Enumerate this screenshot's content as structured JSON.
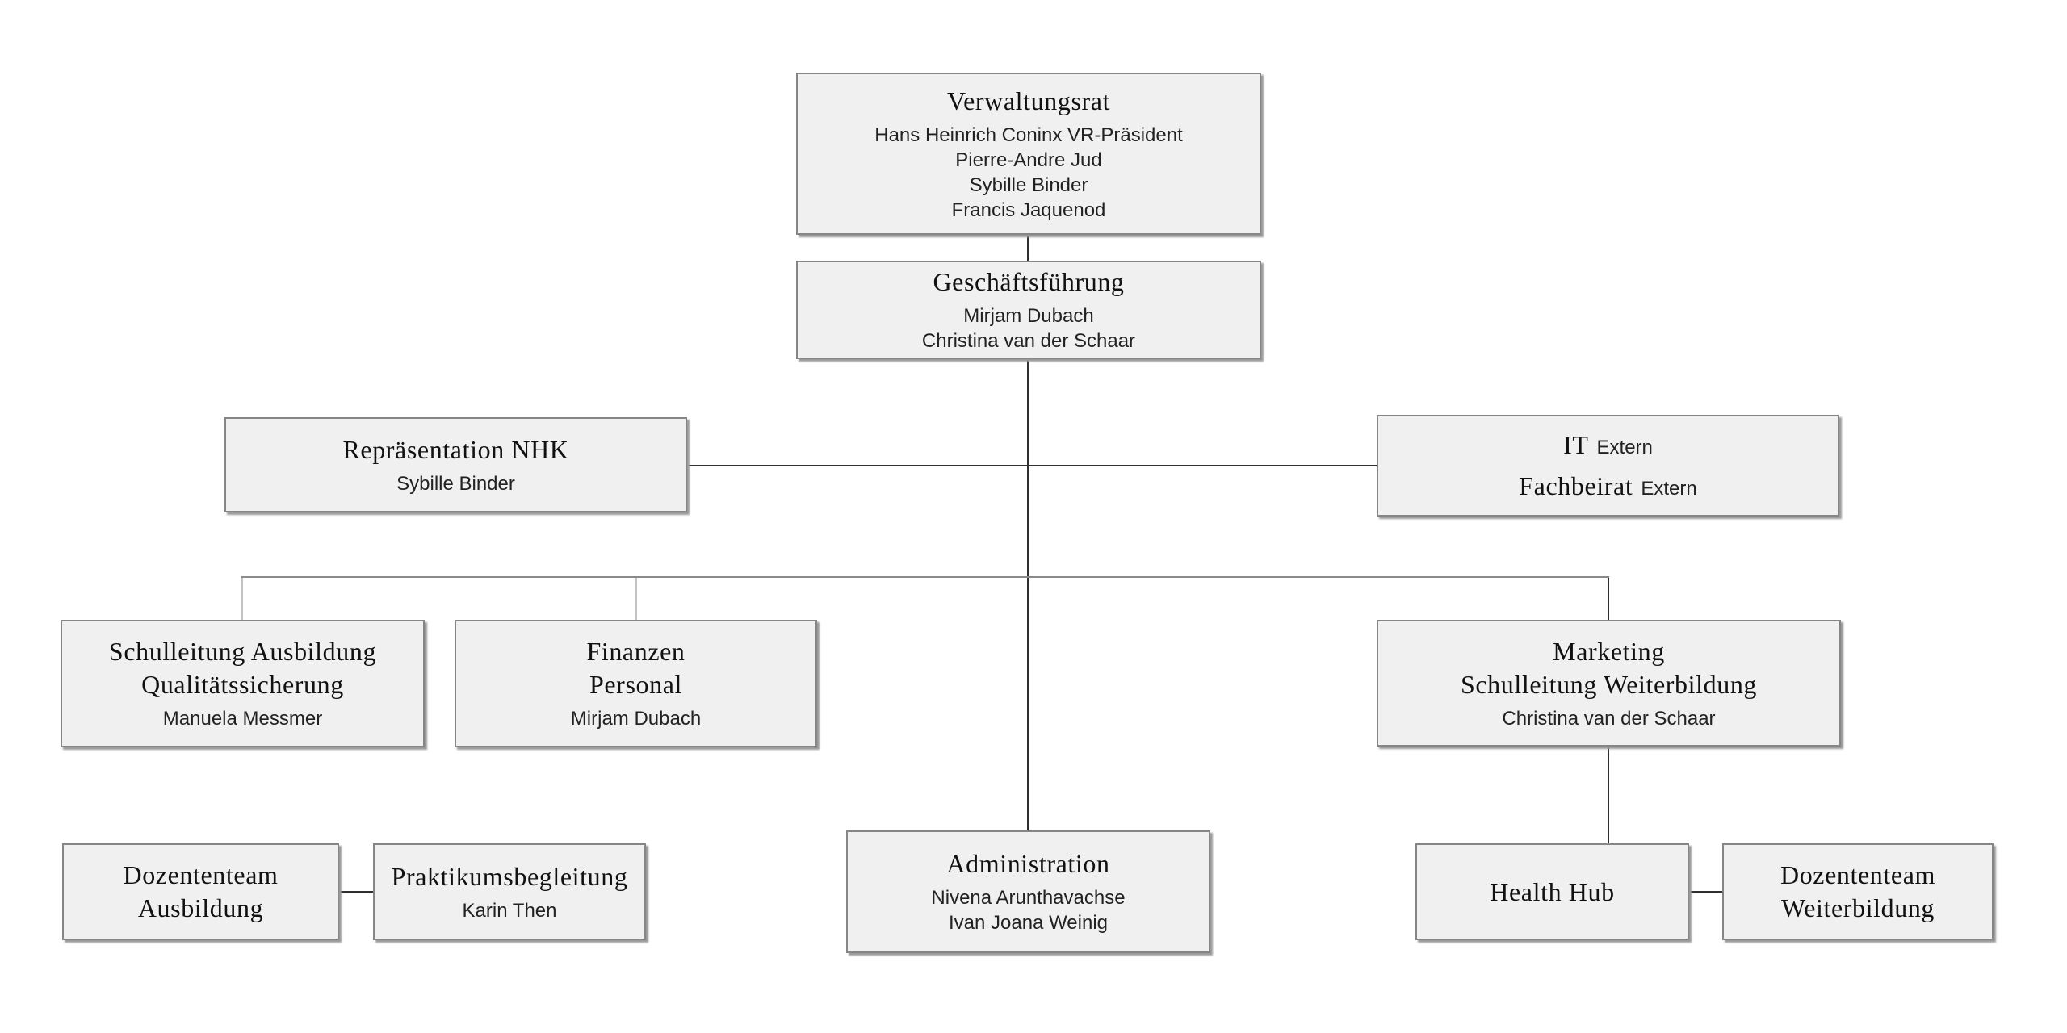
{
  "diagram": {
    "type": "org-chart",
    "colors": {
      "background": "#ffffff",
      "node_fill": "#f0f0f0",
      "node_border": "#868686",
      "node_shadow": "#9a9a9a",
      "connector_dark": "#2f2f2f",
      "connector_gray": "#8a8a8a",
      "connector_faint": "#c2c2c2"
    },
    "nodes": {
      "verwaltungsrat": {
        "title": "Verwaltungsrat",
        "members": [
          "Hans Heinrich Coninx VR-Präsident",
          "Pierre-Andre Jud",
          "Sybille Binder",
          "Francis Jaquenod"
        ]
      },
      "geschaeftsfuehrung": {
        "title": "Geschäftsführung",
        "members": [
          "Mirjam Dubach",
          "Christina van der Schaar"
        ]
      },
      "repraesentation_nhk": {
        "title": "Repräsentation NHK",
        "members": [
          "Sybille Binder"
        ]
      },
      "it_fachbeirat": {
        "line1_title": "IT",
        "line1_note": "Extern",
        "line2_title": "Fachbeirat",
        "line2_note": "Extern"
      },
      "schulleitung_ausbildung": {
        "title_line1": "Schulleitung Ausbildung",
        "title_line2": "Qualitätssicherung",
        "members": [
          "Manuela Messmer"
        ]
      },
      "finanzen_personal": {
        "title_line1": "Finanzen",
        "title_line2": "Personal",
        "members": [
          "Mirjam Dubach"
        ]
      },
      "marketing_weiterbildung": {
        "title_line1": "Marketing",
        "title_line2": "Schulleitung Weiterbildung",
        "members": [
          "Christina van der Schaar"
        ]
      },
      "dozententeam_ausbildung": {
        "title_line1": "Dozententeam",
        "title_line2": "Ausbildung"
      },
      "praktikumsbegleitung": {
        "title": "Praktikumsbegleitung",
        "members": [
          "Karin Then"
        ]
      },
      "administration": {
        "title": "Administration",
        "members": [
          "Nivena Arunthavachse",
          "Ivan Joana Weinig"
        ]
      },
      "health_hub": {
        "title": "Health Hub"
      },
      "dozententeam_weiterbildung": {
        "title_line1": "Dozententeam",
        "title_line2": "Weiterbildung"
      }
    },
    "edges": [
      {
        "from": "verwaltungsrat",
        "to": "geschaeftsfuehrung"
      },
      {
        "from": "geschaeftsfuehrung",
        "to": "repraesentation_nhk"
      },
      {
        "from": "geschaeftsfuehrung",
        "to": "it_fachbeirat"
      },
      {
        "from": "geschaeftsfuehrung",
        "to": "schulleitung_ausbildung"
      },
      {
        "from": "geschaeftsfuehrung",
        "to": "finanzen_personal"
      },
      {
        "from": "geschaeftsfuehrung",
        "to": "marketing_weiterbildung"
      },
      {
        "from": "geschaeftsfuehrung",
        "to": "administration"
      },
      {
        "from": "marketing_weiterbildung",
        "to": "health_hub"
      },
      {
        "from": "dozententeam_ausbildung",
        "to": "praktikumsbegleitung"
      },
      {
        "from": "health_hub",
        "to": "dozententeam_weiterbildung"
      }
    ]
  }
}
